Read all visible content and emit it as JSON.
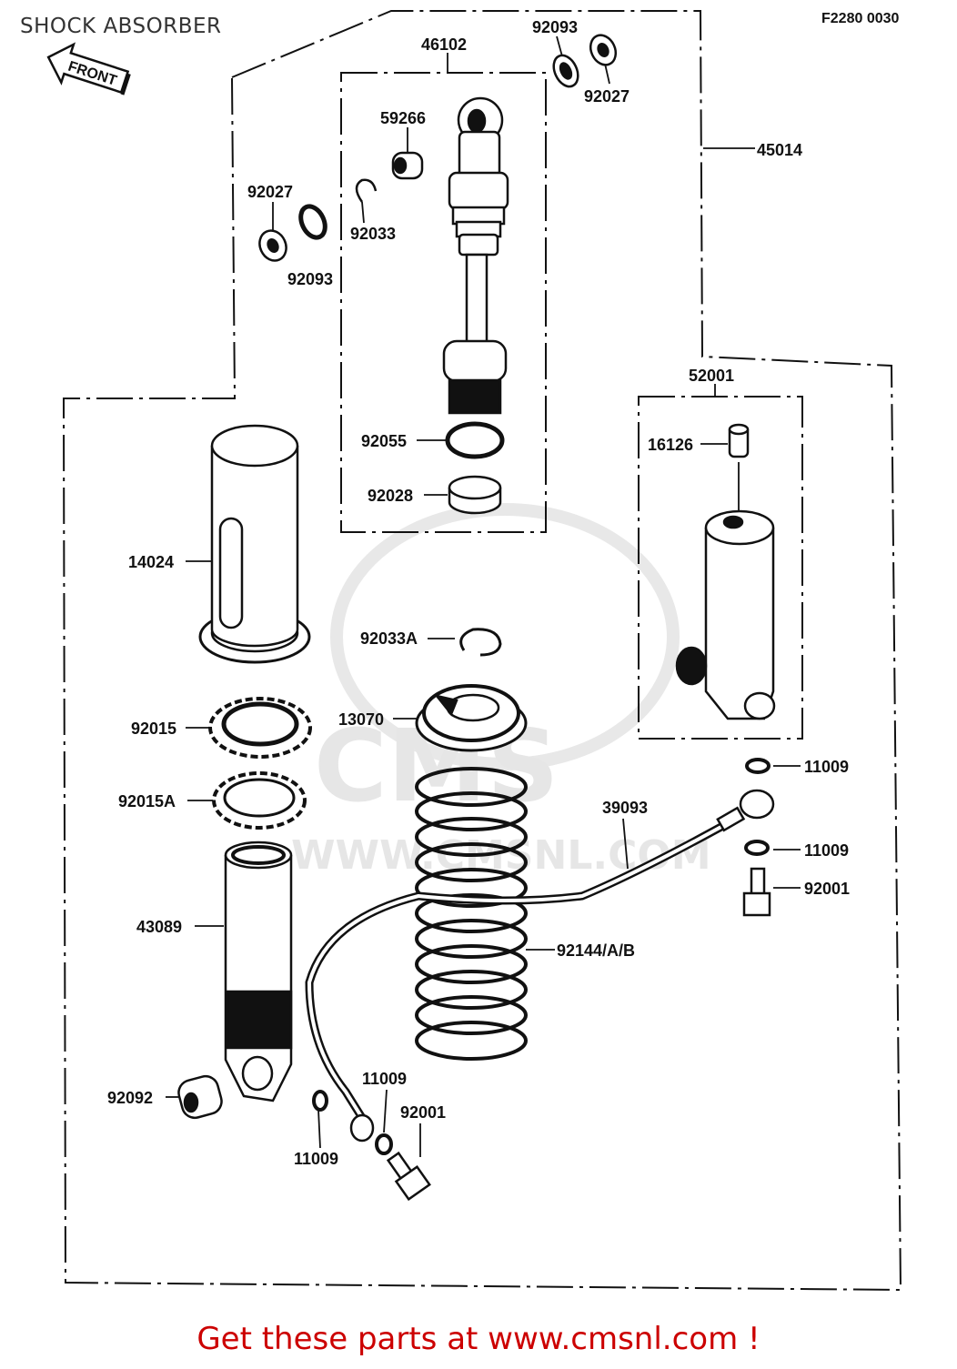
{
  "page": {
    "title": "SHOCK ABSORBER",
    "figure_code": "F2280 0030",
    "front_label": "FRONT",
    "footer": "Get these parts at www.cmsnl.com !"
  },
  "watermark": {
    "brand": "CMS",
    "url": "WWW.CMSNL.COM"
  },
  "parts": {
    "p46102": "46102",
    "p92093_top": "92093",
    "p92027_top": "92027",
    "p45014": "45014",
    "p59266": "59266",
    "p92027_left": "92027",
    "p92033": "92033",
    "p92093_left": "92093",
    "p52001": "52001",
    "p16126": "16126",
    "p92055": "92055",
    "p92028": "92028",
    "p14024": "14024",
    "p92033A": "92033A",
    "p92015": "92015",
    "p13070": "13070",
    "p11009_a": "11009",
    "p92015A": "92015A",
    "p39093": "39093",
    "p11009_b": "11009",
    "p92001_right": "92001",
    "p43089": "43089",
    "p92144": "92144/A/B",
    "p11009_c": "11009",
    "p92001_bottom": "92001",
    "p92092": "92092",
    "p11009_d": "11009"
  }
}
